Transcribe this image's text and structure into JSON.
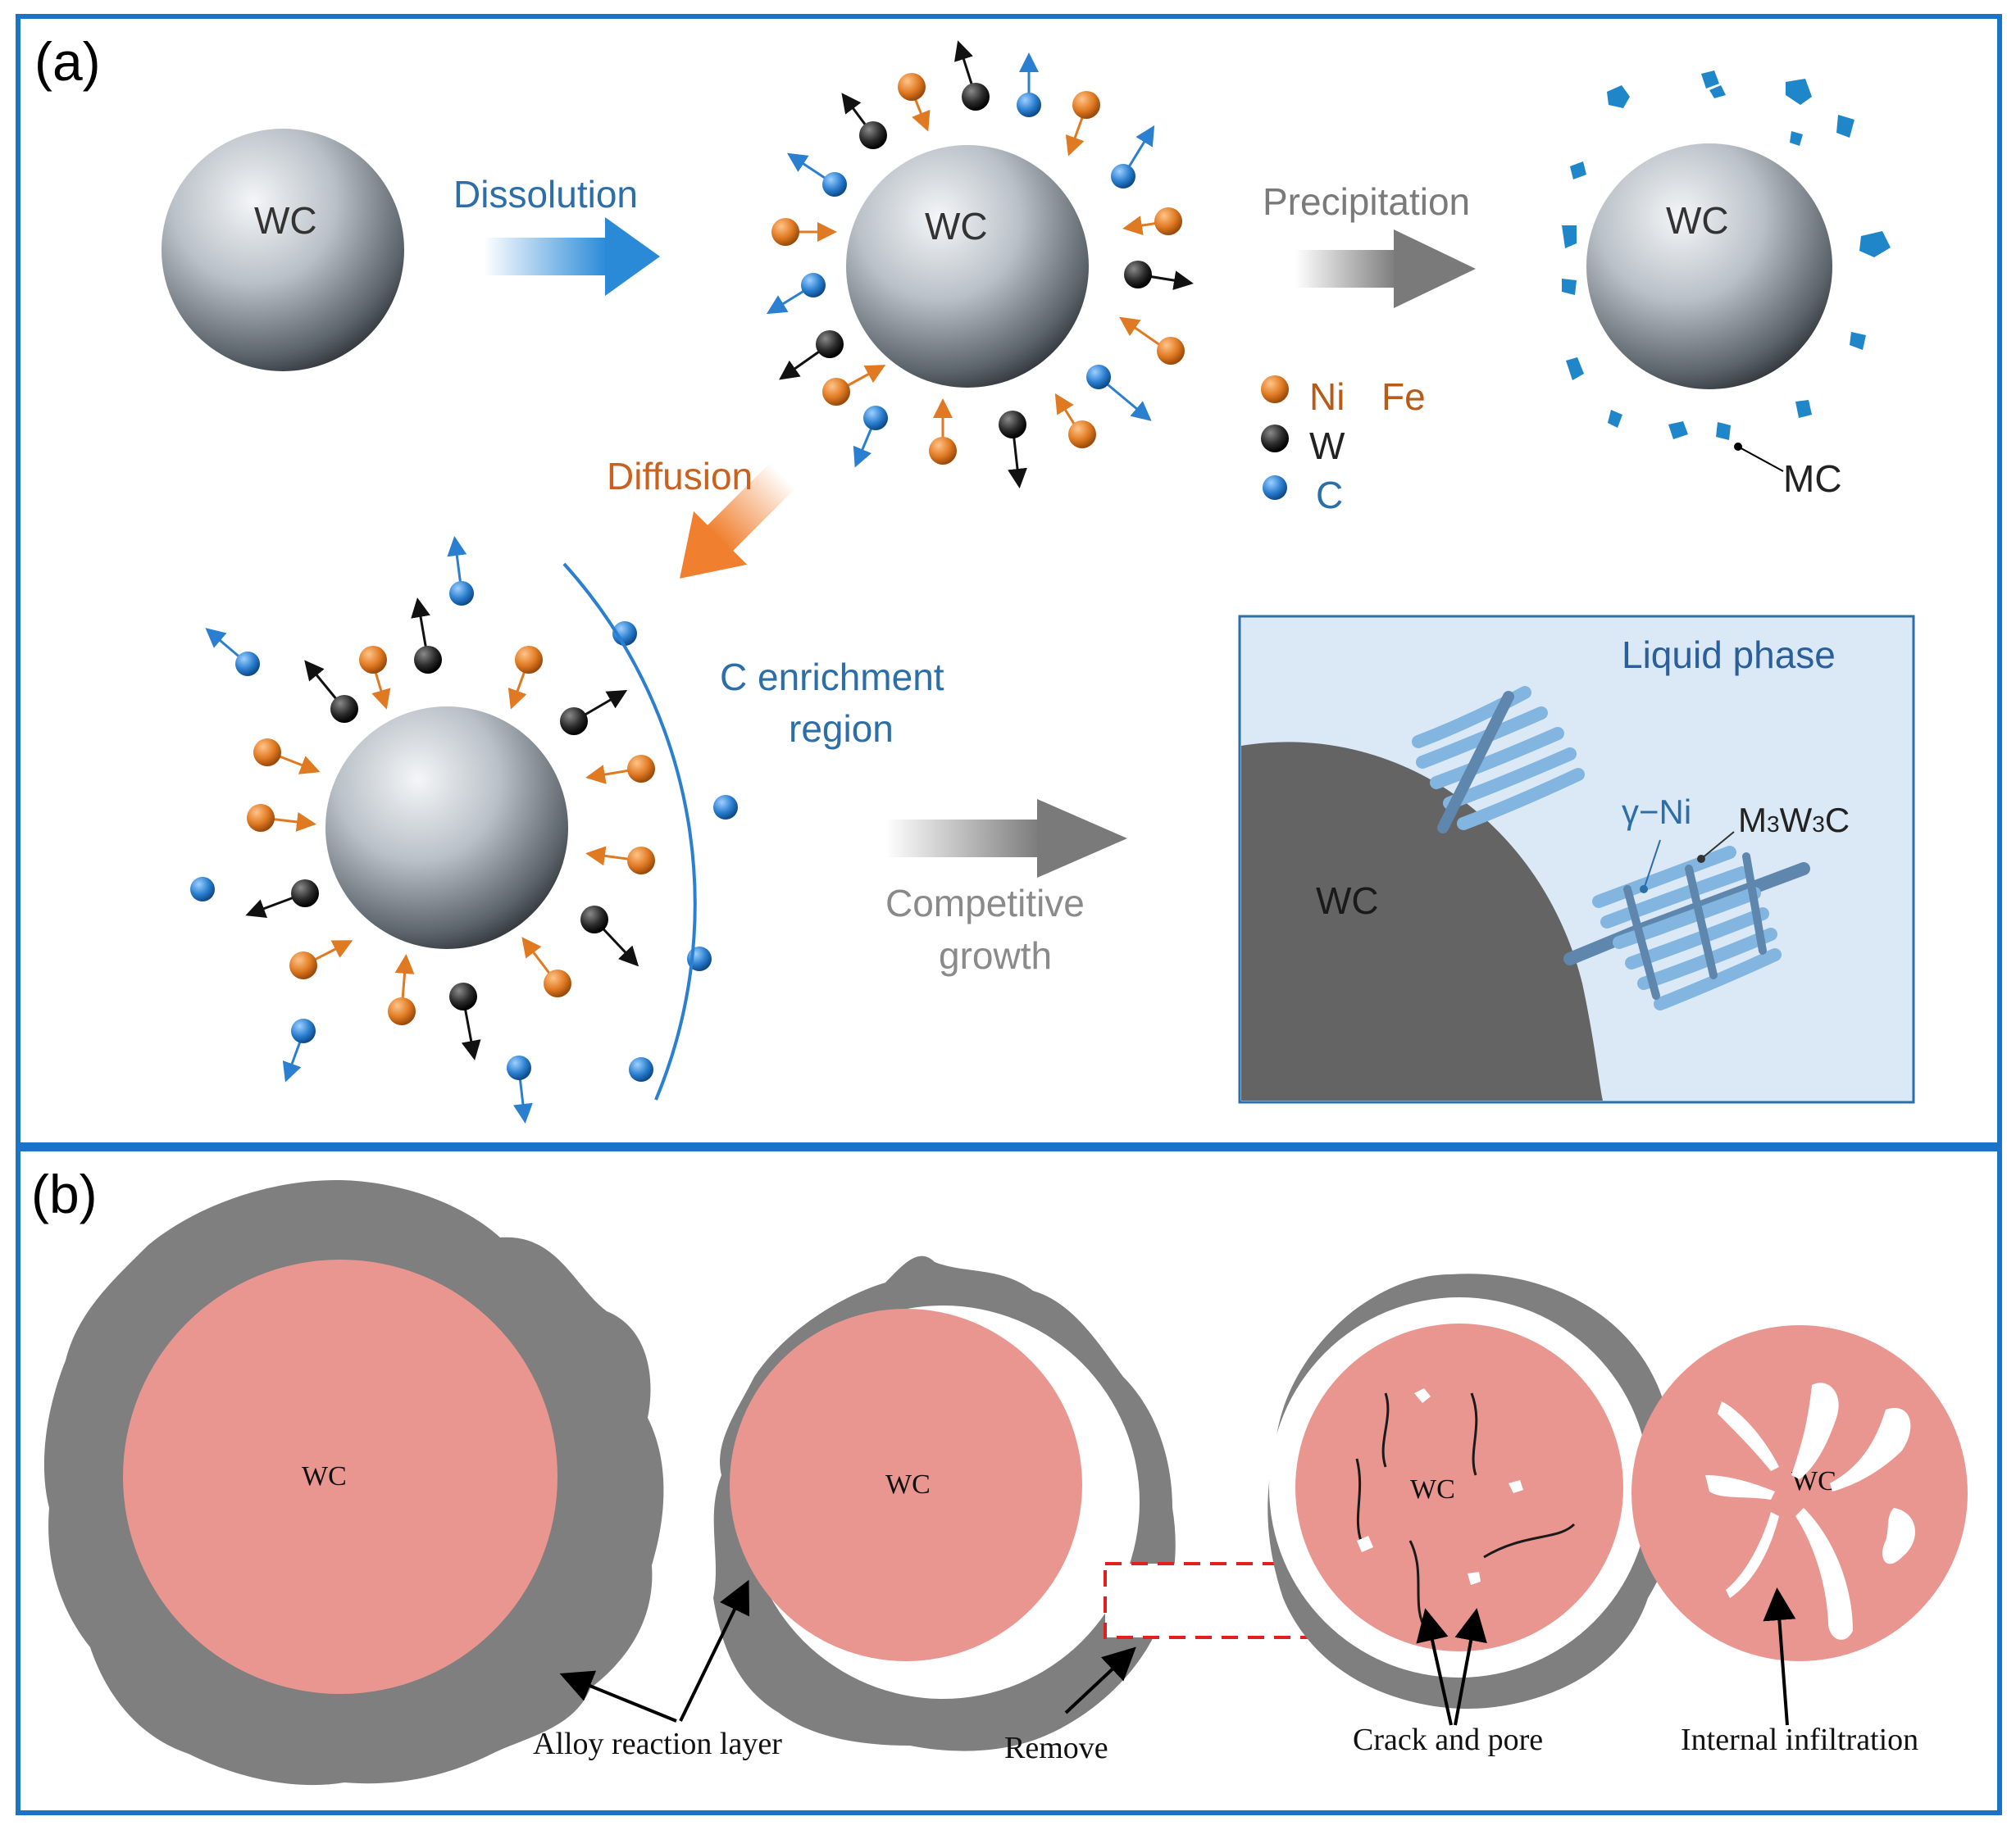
{
  "colors": {
    "frame": "#1a73c7",
    "ni_fe": "#e07a22",
    "w": "#2b2b2b",
    "c": "#2b7fd0",
    "wc_pink": "#ea9690",
    "gray_layer": "#7f7f7f",
    "dark_wc": "#646464",
    "liquid_bg": "#dbe9f6",
    "fiber_light": "#82b6e0",
    "fiber_dark": "#5f86ad"
  },
  "panel_a": {
    "label": "(a)",
    "sphere_label": "WC",
    "dissolution": "Dissolution",
    "precipitation": "Precipitation",
    "diffusion": "Diffusion",
    "legend": {
      "ni": "Ni",
      "fe": "Fe",
      "w": "W",
      "c": "C"
    },
    "mc_label": "MC",
    "c_enrichment_line1": "C enrichment",
    "c_enrichment_line2": "region",
    "competitive_line1": "Competitive",
    "competitive_line2": "growth",
    "liquid_phase": "Liquid phase",
    "wc_inset": "WC",
    "gamma_ni": "γ−Ni",
    "m3w3c_prefix": "M",
    "m3w3c_sub1": "3",
    "m3w3c_mid": "W",
    "m3w3c_sub2": "3",
    "m3w3c_suffix": "C"
  },
  "panel_b": {
    "label": "(b)",
    "wc": "WC",
    "alloy_reaction_layer": "Alloy reaction layer",
    "remove": "Remove",
    "crack_and_pore": "Crack and pore",
    "internal_infiltration": "Internal infiltration"
  }
}
